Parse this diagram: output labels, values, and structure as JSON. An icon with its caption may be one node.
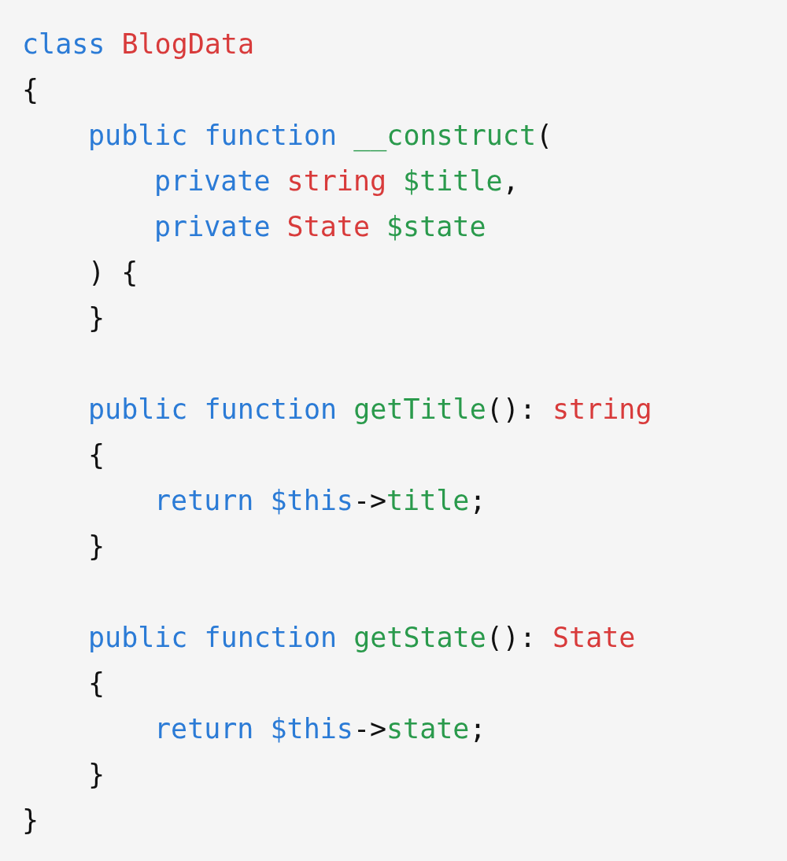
{
  "diagram": {
    "labels": [
      "class BlogData",
      "{",
      "public function __construct(",
      "private string $title,",
      "private State $state",
      ") {",
      "}",
      "public function getTitle(): string",
      "{",
      "return $this->title;",
      "}",
      "public function getState(): State",
      "{",
      "return $this->state;",
      "}",
      "}"
    ]
  }
}
